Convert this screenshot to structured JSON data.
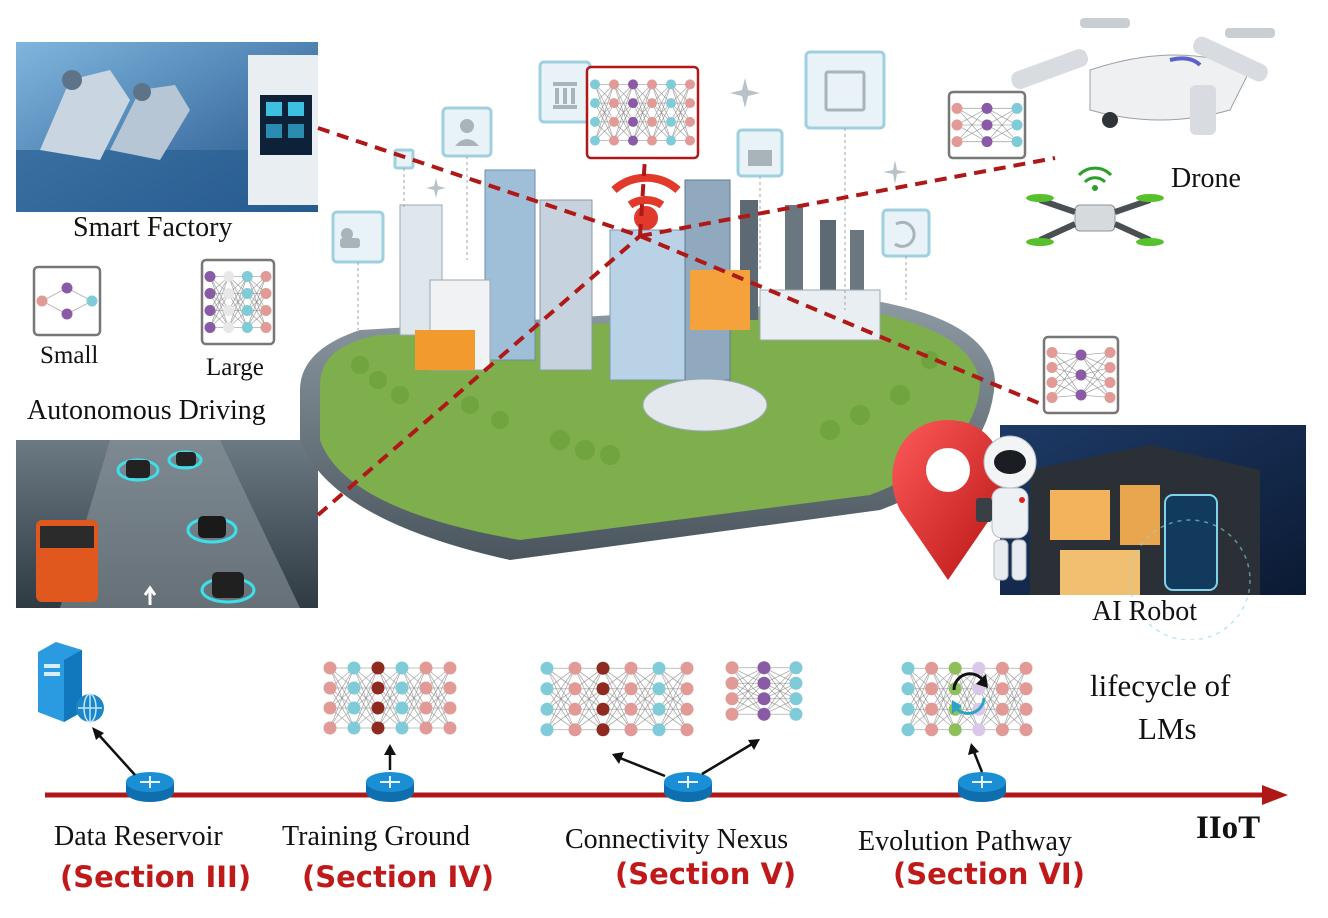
{
  "colors": {
    "accent_red": "#c0191a",
    "dashed_link": "#b01818",
    "node_pink": "#e29a96",
    "node_purple": "#8a5aa6",
    "node_cyan": "#7fcbd8",
    "node_darkred": "#8e2a20",
    "node_green": "#8fbf5a",
    "router_blue": "#1b8fd6"
  },
  "scenarios": {
    "factory": "Smart Factory",
    "driving": "Autonomous Driving",
    "drone": "Drone",
    "robot": "AI Robot",
    "model_small": "Small",
    "model_large": "Large"
  },
  "lifecycle": {
    "title_line1": "lifecycle of",
    "title_line2": "LMs",
    "axis_label": "IIoT",
    "stages": [
      {
        "name": "Data Reservoir",
        "section": "(Section III)"
      },
      {
        "name": "Training Ground",
        "section": "(Section IV)"
      },
      {
        "name": "Connectivity Nexus",
        "section": "(Section V)"
      },
      {
        "name": "Evolution Pathway",
        "section": "(Section VI)"
      }
    ]
  }
}
